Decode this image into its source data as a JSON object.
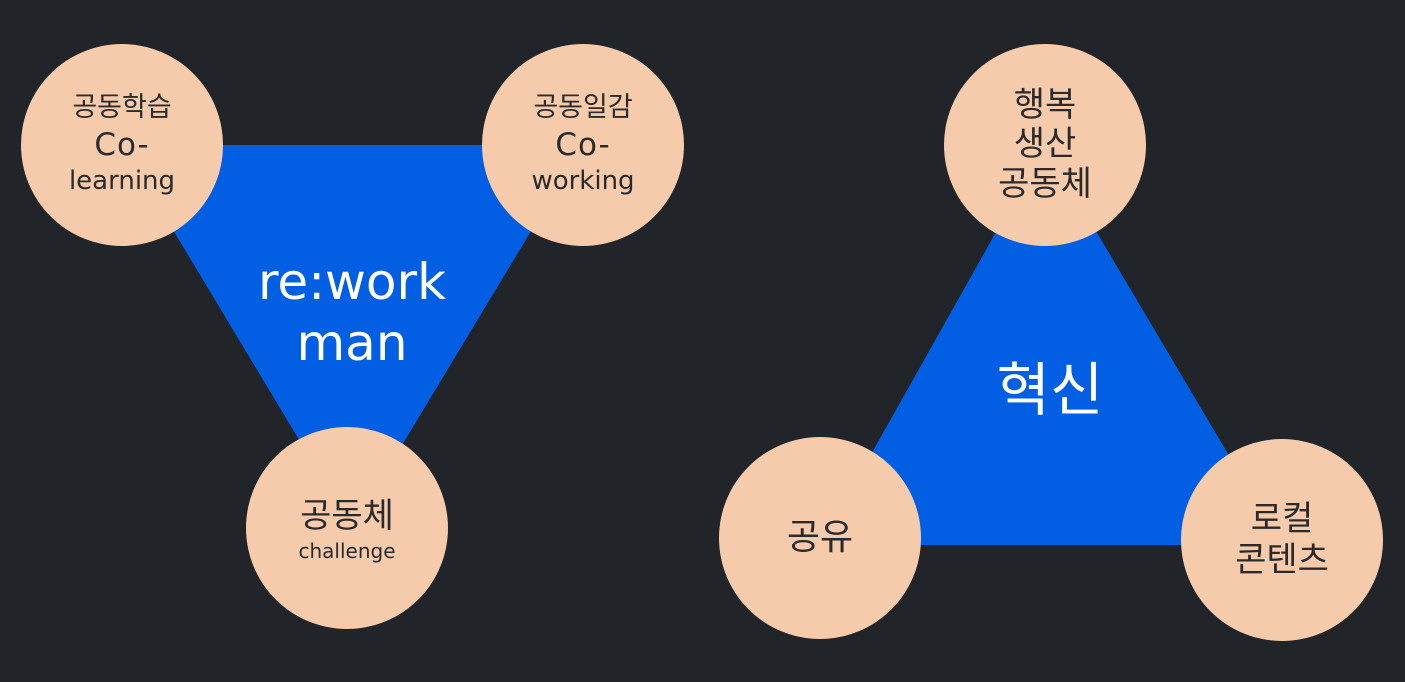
{
  "colors": {
    "background": "#212429",
    "triangle": "#025ee3",
    "circle": "#f6cbab",
    "node_text": "#2a2a2a",
    "center_text": "#ffffff"
  },
  "left_diagram": {
    "center": {
      "line1": "re:work",
      "line2": "man"
    },
    "nodes": {
      "top_left": {
        "line1": "공동학습",
        "line2": "Co-",
        "line3": "learning"
      },
      "top_right": {
        "line1": "공동일감",
        "line2": "Co-",
        "line3": "working"
      },
      "bottom": {
        "line1": "공동체",
        "line2": "challenge"
      }
    }
  },
  "right_diagram": {
    "center": {
      "line1": "혁신"
    },
    "nodes": {
      "top": {
        "line1": "행복",
        "line2": "생산",
        "line3": "공동체"
      },
      "bottom_left": {
        "line1": "공유"
      },
      "bottom_right": {
        "line1": "로컬",
        "line2": "콘텐츠"
      }
    }
  }
}
